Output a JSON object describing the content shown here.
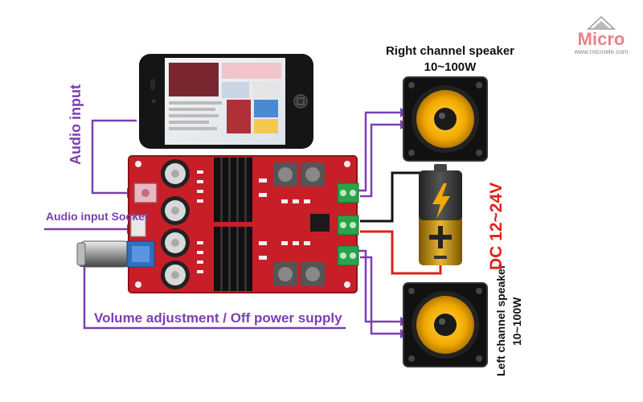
{
  "labels": {
    "audio_input": "Audio input",
    "audio_input_socket": "Audio input Socket",
    "volume": "Volume adjustment / Off power supply",
    "right_speaker": "Right channel speaker",
    "right_speaker_power": "10~100W",
    "left_speaker": "Left channel speaker",
    "left_speaker_power": "10~100W",
    "power_supply": "DC 12~24V"
  },
  "logo": {
    "word": "Micro",
    "url": "www.microele.com"
  },
  "colors": {
    "signal_wire": "#7b3fb0",
    "positive_wire": "#e0201a",
    "negative_wire": "#111111",
    "board": "#c81e28",
    "speaker_cone": "#f2a900",
    "terminal": "#2aa34a"
  }
}
